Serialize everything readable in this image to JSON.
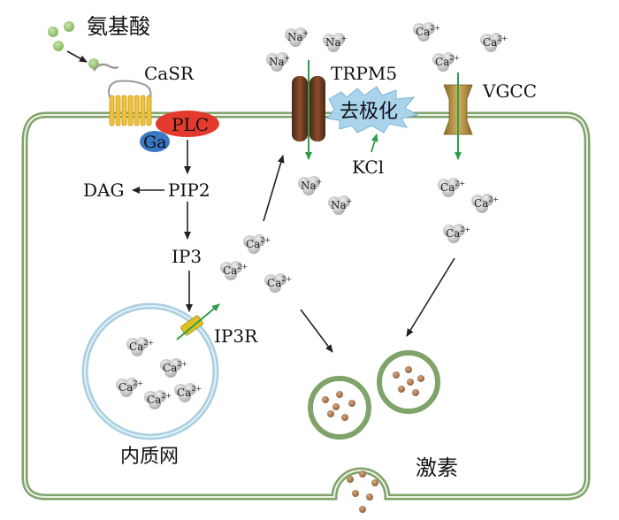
{
  "labels": {
    "amino_acid": "氨基酸",
    "casr": "CaSR",
    "plc": "PLC",
    "ga": "Ga",
    "dag": "DAG",
    "pip2": "PIP2",
    "ip3": "IP3",
    "ip3r": "IP3R",
    "er": "内质网",
    "trpm5": "TRPM5",
    "depolarization": "去极化",
    "kcl": "KCl",
    "vgcc": "VGCC",
    "hormone": "激素"
  },
  "ions": {
    "na": {
      "base": "Na",
      "charge": "+"
    },
    "ca": {
      "base": "Ca",
      "charge": "2+"
    }
  },
  "colors": {
    "membrane": "#7fa36a",
    "membrane_fill": "#eef3e6",
    "plc": "#e23b2e",
    "ga": "#3b78c4",
    "casr": "#f0c13a",
    "trpm5": "#6b3a22",
    "vgcc": "#b08a3a",
    "burst": "#a9d4ec",
    "er": "#a9cfe0",
    "green_arrow": "#2e9e4a",
    "ion": "#bfbfbf",
    "granule": "#a0704a",
    "amino": "#8cc06a"
  }
}
